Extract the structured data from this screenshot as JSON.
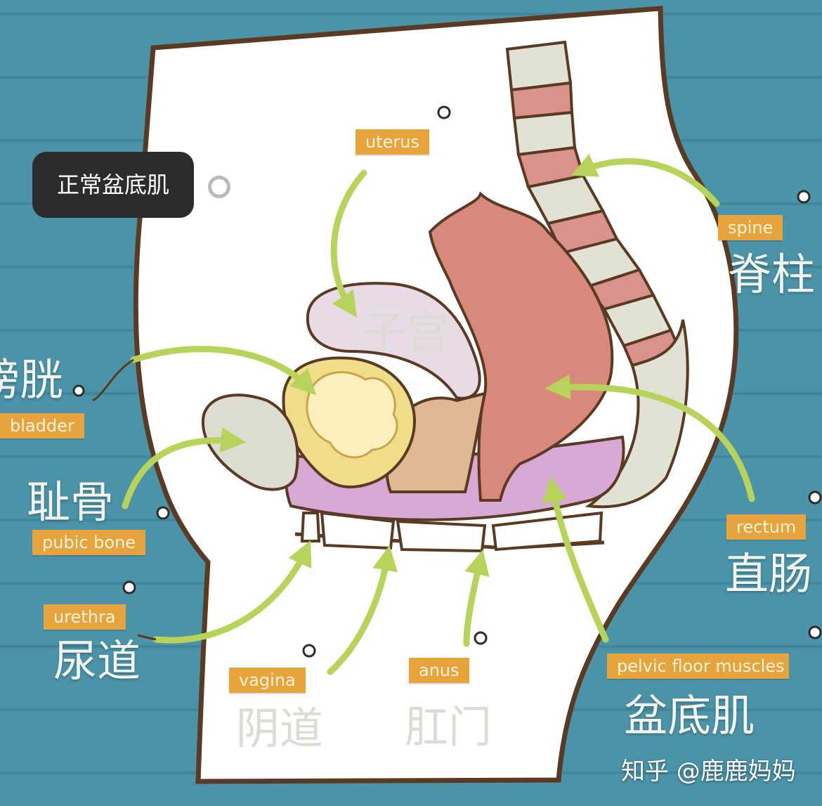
{
  "overlay": {
    "caption": "正常盆底肌"
  },
  "labels": {
    "uterus": {
      "en": "uterus",
      "cn": "子宫"
    },
    "spine": {
      "en": "spine",
      "cn": "脊柱"
    },
    "bladder": {
      "en": "bladder",
      "cn": "膀胱"
    },
    "pubic_bone": {
      "en": "pubic bone",
      "cn": "耻骨"
    },
    "rectum": {
      "en": "rectum",
      "cn": "直肠"
    },
    "urethra": {
      "en": "urethra",
      "cn": "尿道"
    },
    "vagina": {
      "en": "vagina",
      "cn": "阴道"
    },
    "anus": {
      "en": "anus",
      "cn": "肛门"
    },
    "pelvic_floor": {
      "en": "pelvic floor muscles",
      "cn": "盆底肌"
    }
  },
  "watermark": "知乎 @鹿鹿妈妈",
  "colors": {
    "background": "#4a93a8",
    "stripe": "#3e8397",
    "body": "#ffffff",
    "outline": "#5a3a22",
    "tag": "#e7a33c",
    "arrow": "#b7d35a",
    "pelvic_floor": "#d9a9d6",
    "rectum": "#d9887c",
    "uterus": "#e8dbe6",
    "bladder": "#f0dd8a",
    "pubic_bone": "#dcdcd0",
    "vertebra": "#e2e2d4",
    "disc": "#d9938c"
  }
}
